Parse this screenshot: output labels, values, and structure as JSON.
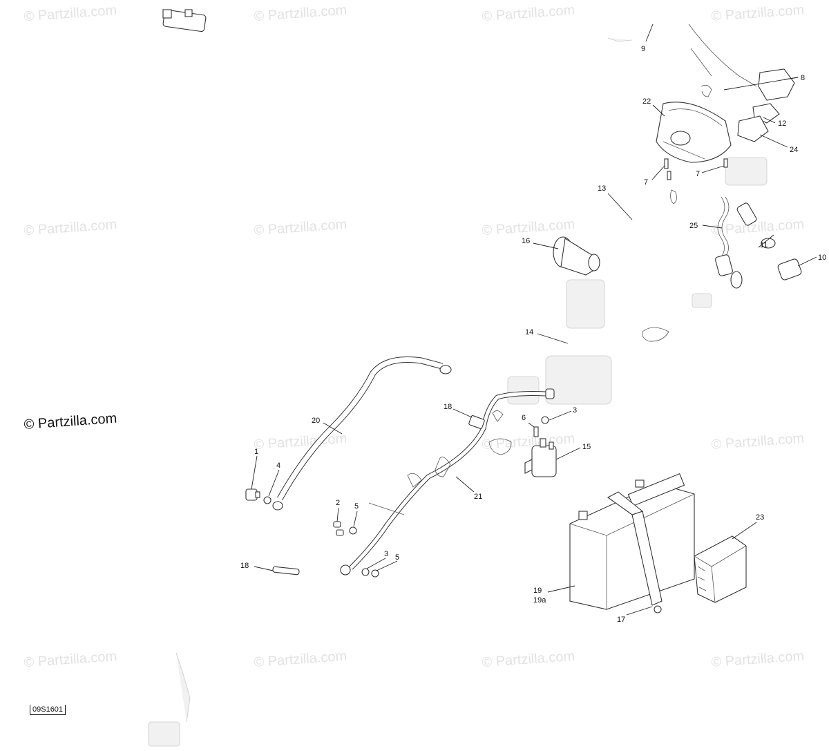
{
  "credit": "© Partzilla.com",
  "watermark": "© Partzilla.com",
  "diagram_code": "09S1601",
  "callouts": {
    "n1": "1",
    "n2": "2",
    "n3a": "3",
    "n3b": "3",
    "n4": "4",
    "n5a": "5",
    "n5b": "5",
    "n6": "6",
    "n7a": "7",
    "n7b": "7",
    "n8": "8",
    "n9": "9",
    "n10": "10",
    "n11": "11",
    "n12": "12",
    "n13": "13",
    "n14": "14",
    "n15": "15",
    "n16": "16",
    "n17": "17",
    "n18a": "18",
    "n18b": "18",
    "n19": "19",
    "n19a": "19a",
    "n20": "20",
    "n21": "21",
    "n22": "22",
    "n23": "23",
    "n24": "24",
    "n25": "25"
  }
}
